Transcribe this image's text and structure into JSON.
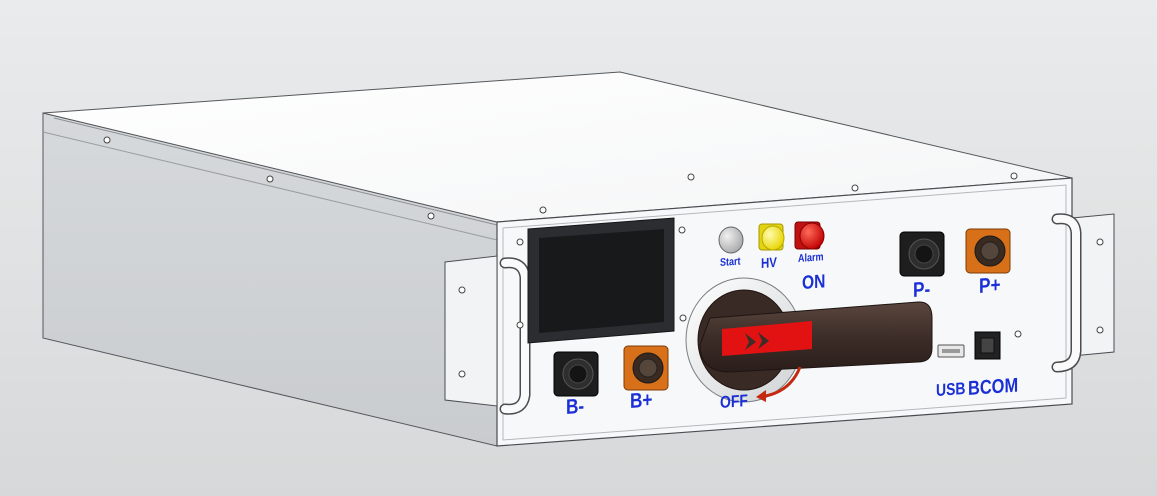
{
  "labels": {
    "start": "Start",
    "hv": "HV",
    "alarm": "Alarm",
    "on": "ON",
    "off": "OFF",
    "b_minus": "B-",
    "b_plus": "B+",
    "p_minus": "P-",
    "p_plus": "P+",
    "usb": "USB",
    "bcom": "BCOM"
  },
  "colors": {
    "label_text": "#1a2fd6",
    "start_button": "#c8c8c8",
    "hv_indicator": "#f3e51a",
    "alarm_indicator": "#e01010",
    "connector_orange": "#d8701a",
    "connector_black": "#1e1e1e",
    "handle_brown": "#3d2d28",
    "handle_red": "#e21212"
  },
  "icons": [
    "start-button-icon",
    "hv-indicator-icon",
    "alarm-indicator-icon",
    "rotary-switch-icon",
    "usb-port-icon",
    "bcom-port-icon"
  ]
}
